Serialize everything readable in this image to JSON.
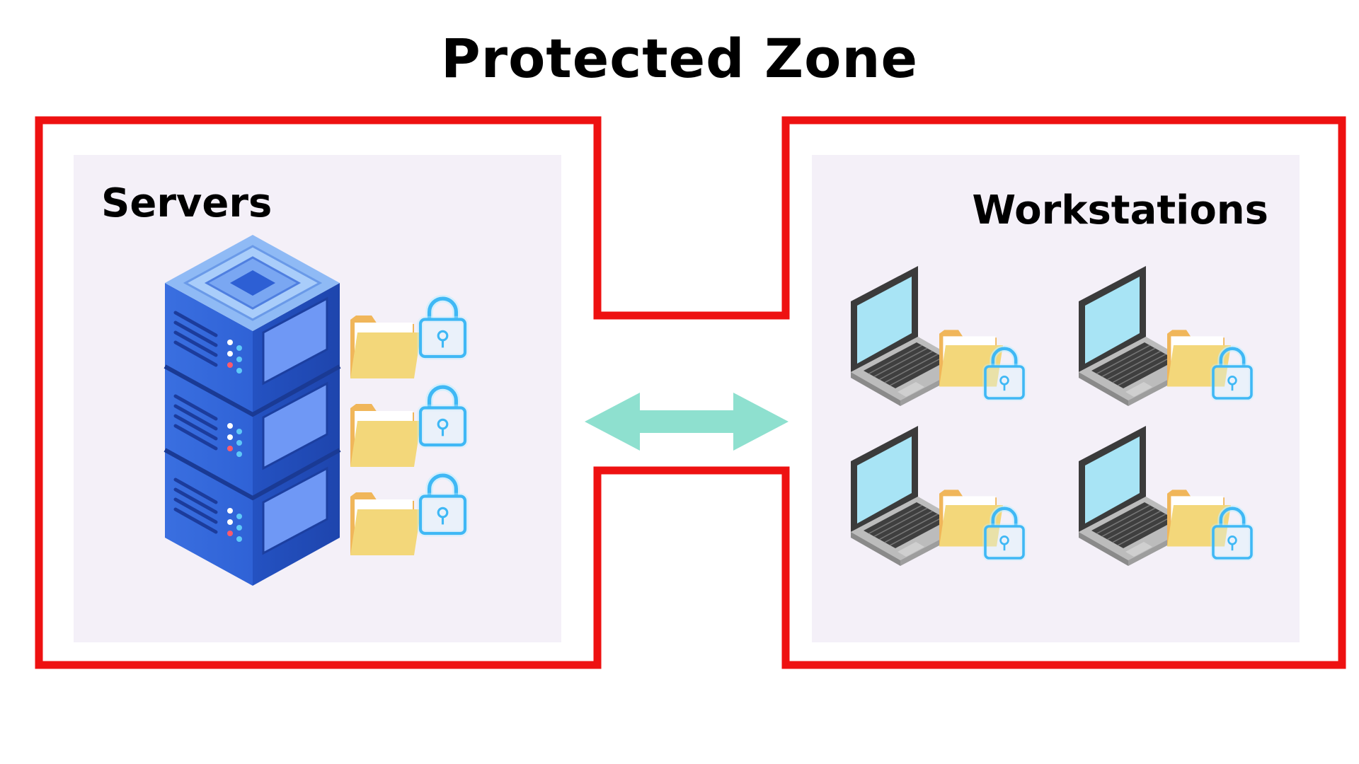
{
  "title": "Protected Zone",
  "servers": {
    "label": "Servers",
    "icons": [
      "server-rack-icon",
      "folder-icon",
      "padlock-icon"
    ],
    "folder_count": 3
  },
  "workstations": {
    "label": "Workstations",
    "icons": [
      "laptop-icon",
      "folder-icon",
      "padlock-icon"
    ],
    "laptop_count": 4
  },
  "connector": {
    "icon": "double-arrow-icon"
  },
  "colors": {
    "zone_border": "#ee1111",
    "panel_background": "#f4f0f8",
    "arrow": "#8ee0cf",
    "server_blue": "#3a6fe0",
    "server_dark": "#2452c2",
    "server_top": "#8fbaf5",
    "folder_yellow": "#f3d77a",
    "folder_orange": "#f0b65a",
    "lock_cyan": "#3fb8f5",
    "laptop_screen": "#a8e4f5"
  }
}
